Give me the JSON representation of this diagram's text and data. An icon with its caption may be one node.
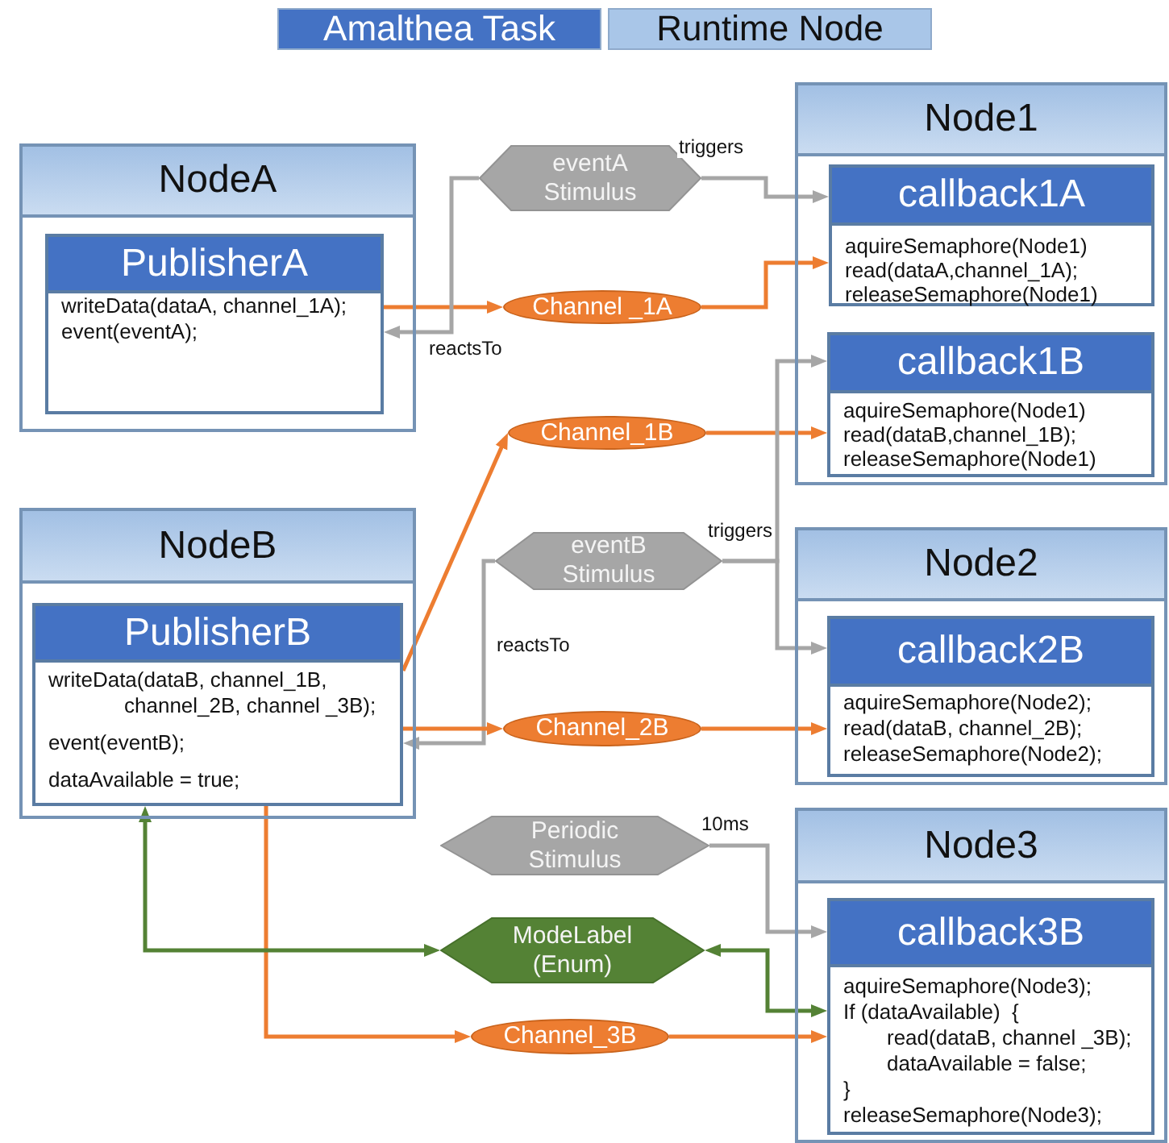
{
  "diagram": {
    "nodes": [
      {
        "text": [
          "NodeA"
        ]
      },
      {
        "text": [
          "PublisherA",
          "writeData(dataA, channel_1A);",
          "event(eventA);"
        ],
        "in": 0
      },
      {
        "text": [
          "eventA Stimulus"
        ]
      },
      {
        "text": [
          "Channel _1A"
        ]
      },
      {
        "text": [
          "Node1"
        ]
      },
      {
        "text": [
          "callback1A",
          "aquireSemaphore(Node1)",
          "read(dataA,channel_1A);",
          "releaseSemaphore(Node1)"
        ],
        "in": 4
      },
      {
        "text": [
          "callback1B",
          "aquireSemaphore(Node1)",
          "read(dataB,channel_1B);",
          "releaseSemaphore(Node1)"
        ],
        "in": 4
      },
      {
        "text": [
          "Channel_1B"
        ]
      },
      {
        "text": [
          "NodeB"
        ]
      },
      {
        "text": [
          "PublisherB",
          "writeData(dataB, channel_1B, channel_2B, channel _3B);",
          "event(eventB);",
          "dataAvailable = true;"
        ],
        "in": 8
      },
      {
        "text": [
          "eventB Stimulus"
        ]
      },
      {
        "text": [
          "Node2"
        ]
      },
      {
        "text": [
          "callback2B",
          "aquireSemaphore(Node2);",
          "read(dataB, channel_2B);",
          "releaseSemaphore(Node2);"
        ],
        "in": 11
      },
      {
        "text": [
          "Channel_2B"
        ]
      },
      {
        "text": [
          "Periodic Stimulus"
        ]
      },
      {
        "text": [
          "Node3"
        ]
      },
      {
        "text": [
          "callback3B",
          "aquireSemaphore(Node3);",
          "If (dataAvailable)  {",
          "read(dataB, channel _3B);",
          "dataAvailable = false;",
          "}",
          "releaseSemaphore(Node3);"
        ],
        "in": 15
      },
      {
        "text": [
          "ModeLabel (Enum)"
        ]
      },
      {
        "text": [
          "Channel_3B"
        ]
      }
    ],
    "edges": [
      {
        "from": 1,
        "to": 3,
        "arrow": "to"
      },
      {
        "from": 2,
        "to": 1,
        "arrow": "to",
        "label": "reactsTo",
        "color": "#a6a6a6"
      },
      {
        "from": 2,
        "to": 5,
        "arrow": "to",
        "label": "triggers",
        "color": "#a6a6a6"
      },
      {
        "from": 3,
        "to": 5,
        "arrow": "to"
      },
      {
        "from": 9,
        "to": 7,
        "arrow": "to"
      },
      {
        "from": 7,
        "to": 6,
        "arrow": "to"
      },
      {
        "from": 10,
        "to": 6,
        "arrow": "to",
        "label": "triggers",
        "color": "#a6a6a6"
      },
      {
        "from": 10,
        "to": 12,
        "arrow": "to",
        "color": "#a6a6a6"
      },
      {
        "from": 10,
        "to": 9,
        "arrow": "to",
        "label": "reactsTo",
        "color": "#a6a6a6"
      },
      {
        "from": 9,
        "to": 13,
        "arrow": "to"
      },
      {
        "from": 13,
        "to": 12,
        "arrow": "to"
      },
      {
        "from": 9,
        "to": 18,
        "arrow": "to"
      },
      {
        "from": 18,
        "to": 16,
        "arrow": "to"
      },
      {
        "from": 14,
        "to": 16,
        "arrow": "to",
        "label": "10ms",
        "color": "#a6a6a6"
      },
      {
        "from": 17,
        "to": 9,
        "arrow": "both",
        "color": "#548235"
      },
      {
        "from": 17,
        "to": 16,
        "arrow": "both",
        "color": "#548235"
      }
    ],
    "legend": [
      {
        "text": "Amalthea Task",
        "color": "#4472c4"
      },
      {
        "text": "Runtime Node",
        "color": "#a9c6e8"
      }
    ]
  }
}
